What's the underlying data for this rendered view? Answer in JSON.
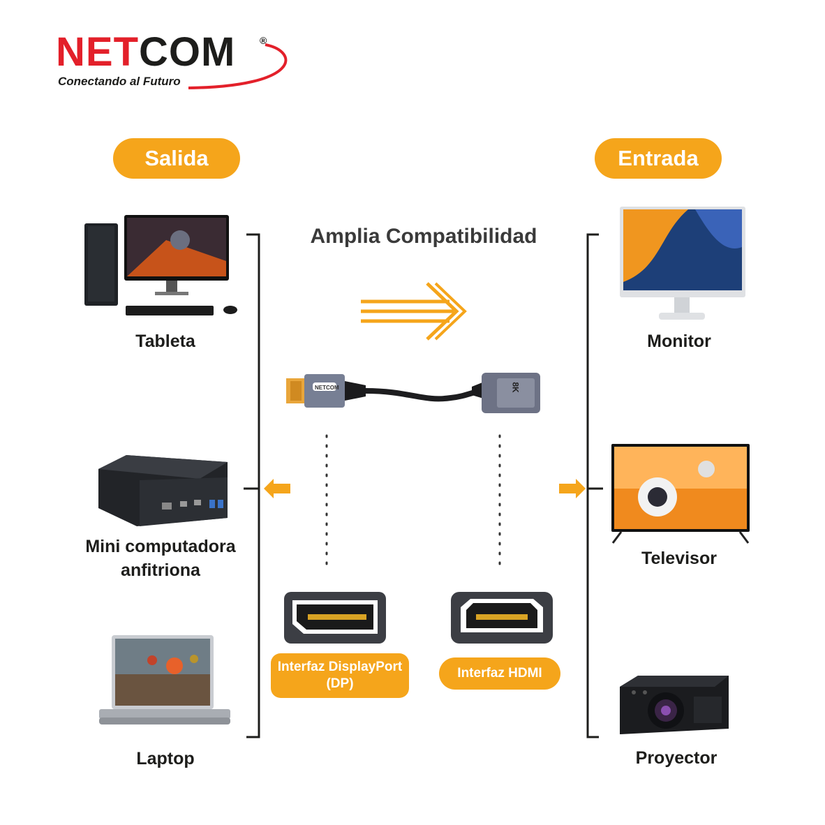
{
  "brand": {
    "logo_text_red": "NET",
    "logo_text_dark": "COM",
    "registered": "®",
    "tagline": "Conectando al Futuro"
  },
  "headings": {
    "output": "Salida",
    "input": "Entrada",
    "center": "Amplia Compatibilidad"
  },
  "sources": [
    {
      "label": "Tableta",
      "icon": "desktop-pc-icon"
    },
    {
      "label_line1": "Mini computadora",
      "label_line2": "anfitriona",
      "icon": "mini-pc-icon"
    },
    {
      "label": "Laptop",
      "icon": "laptop-icon"
    }
  ],
  "destinations": [
    {
      "label": "Monitor",
      "icon": "monitor-icon"
    },
    {
      "label": "Televisor",
      "icon": "television-icon"
    },
    {
      "label": "Proyector",
      "icon": "projector-icon"
    }
  ],
  "adapter": {
    "brand_print": "NETCOM",
    "hdmi_print": "8K"
  },
  "interfaces": {
    "dp_line1": "Interfaz DisplayPort",
    "dp_line2": "(DP)",
    "hdmi": "Interfaz HDMI"
  },
  "colors": {
    "accent_orange": "#f5a51b",
    "brand_red": "#e3202a",
    "text_dark": "#1d1d1b"
  }
}
